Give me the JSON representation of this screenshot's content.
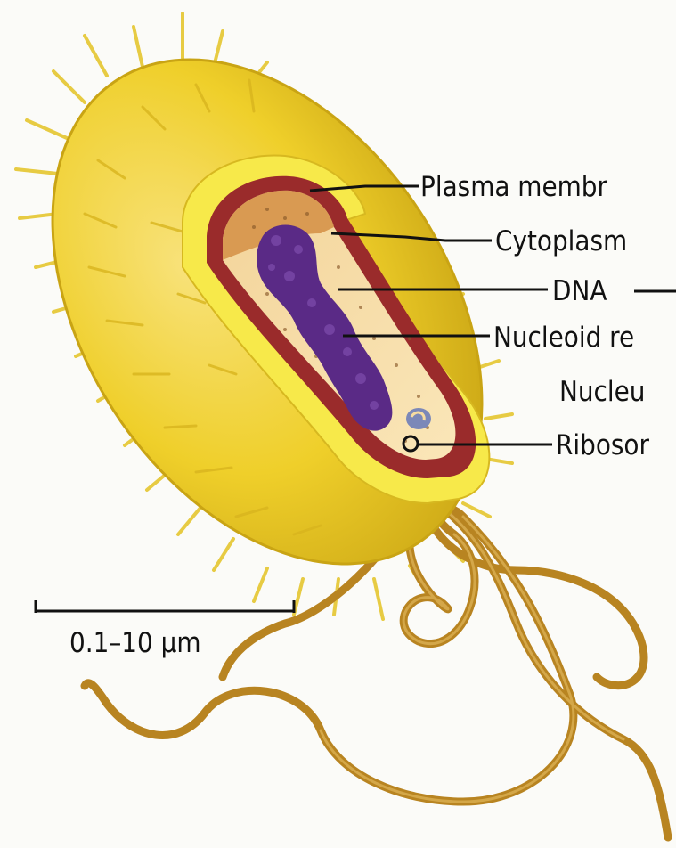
{
  "diagram": {
    "labels": [
      {
        "id": "plasma-membrane",
        "text": "Plasma membr"
      },
      {
        "id": "cytoplasm",
        "text": "Cytoplasm"
      },
      {
        "id": "dna",
        "text": "DNA"
      },
      {
        "id": "nucleoid-region",
        "text": "Nucleoid re"
      },
      {
        "id": "nucleus",
        "text": "Nucleu"
      },
      {
        "id": "ribosome",
        "text": "Ribosor"
      }
    ],
    "scale_bar": {
      "text": "0.1–10 µm"
    },
    "colors": {
      "capsule": "#efcf2a",
      "capsule_dark": "#c9a414",
      "pili": "#e6c93a",
      "cell_wall": "#f7e94a",
      "membrane": "#9a2b2b",
      "cytoplasm": "#f7dca0",
      "cytoplasm_top": "#d99a52",
      "dna": "#5a2a86",
      "flagella": "#b88421",
      "ink": "#111111"
    }
  }
}
